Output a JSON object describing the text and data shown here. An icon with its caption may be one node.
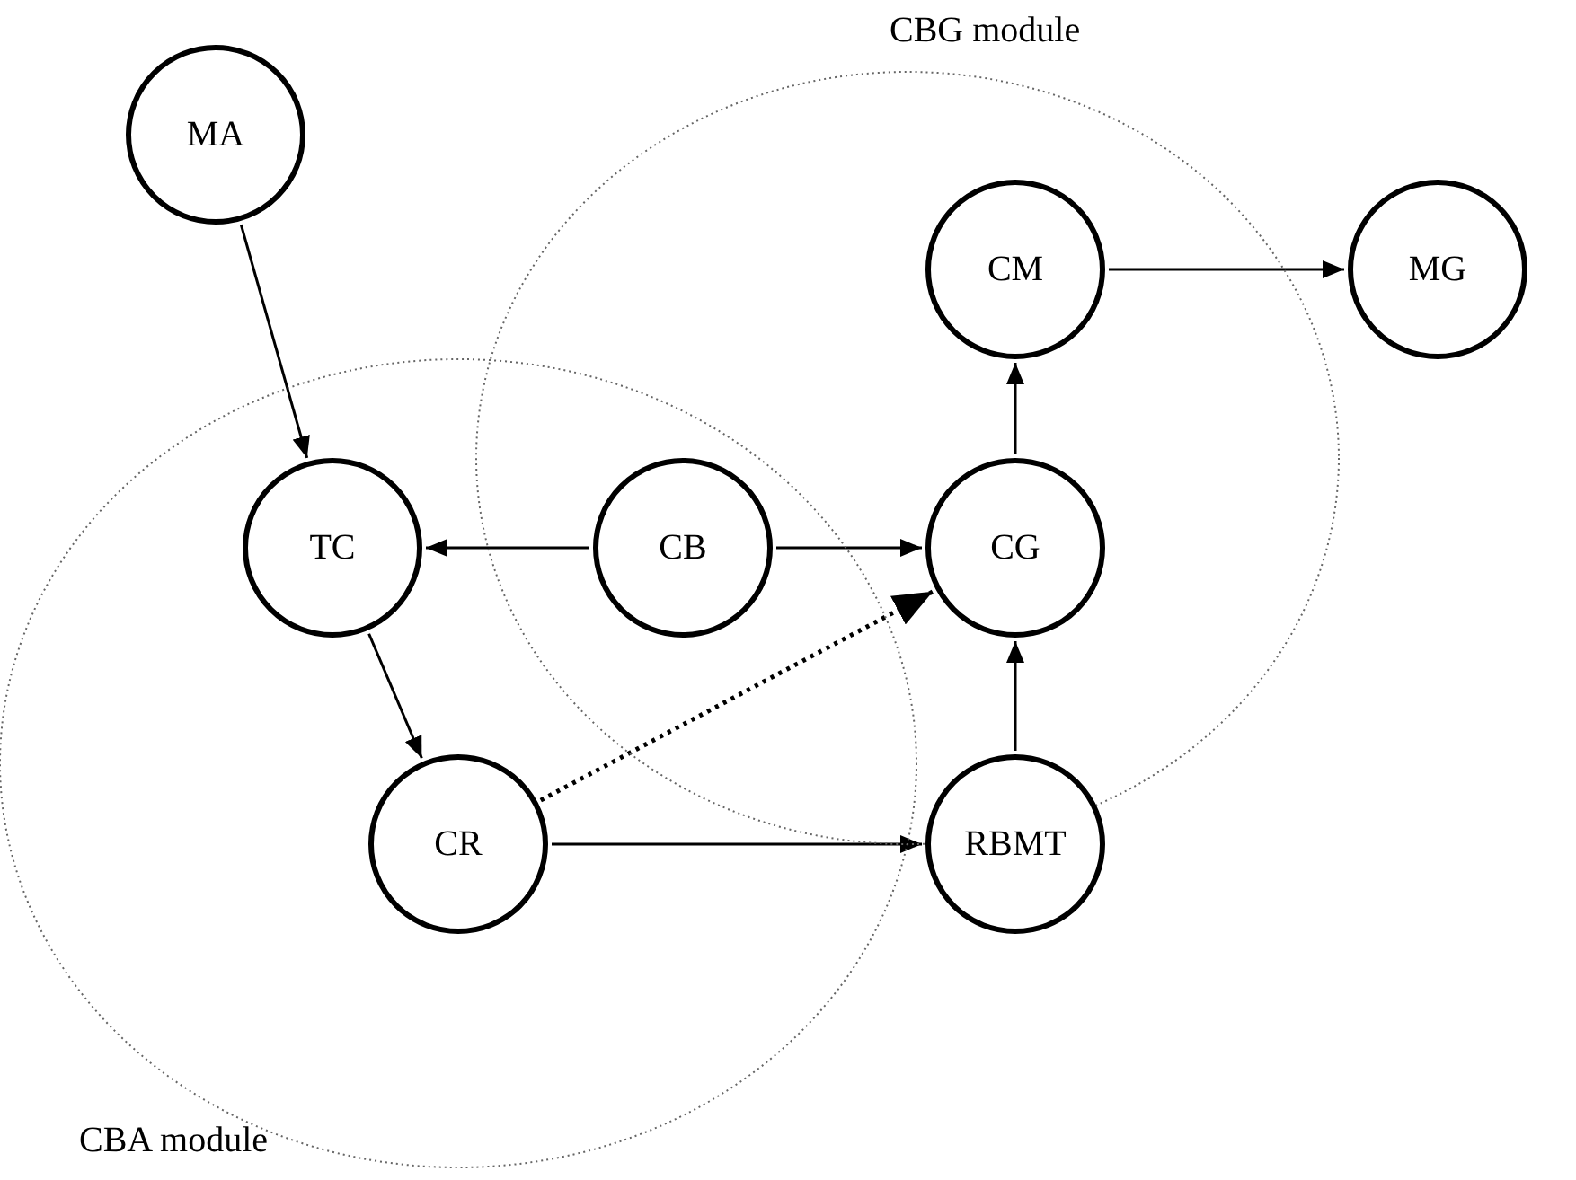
{
  "diagram": {
    "nodes": [
      {
        "text": [
          "CBG module"
        ]
      },
      {
        "text": [
          "MA"
        ]
      },
      {
        "text": [
          "CM"
        ],
        "in": 0
      },
      {
        "text": [
          "MG"
        ]
      },
      {
        "text": [
          "CBA module"
        ]
      },
      {
        "text": [
          "TC"
        ],
        "in": 4
      },
      {
        "text": [
          "CB"
        ]
      },
      {
        "text": [
          "CG"
        ],
        "in": 0
      },
      {
        "text": [
          "CR"
        ],
        "in": 4
      },
      {
        "text": [
          "RBMT"
        ]
      }
    ],
    "edges": [
      {
        "from": 1,
        "to": 5,
        "arrow": "to"
      },
      {
        "from": 2,
        "to": 3,
        "arrow": "to"
      },
      {
        "from": 6,
        "to": 5,
        "arrow": "to"
      },
      {
        "from": 6,
        "to": 7,
        "arrow": "to"
      },
      {
        "from": 7,
        "to": 2,
        "arrow": "to"
      },
      {
        "from": 5,
        "to": 8,
        "arrow": "to"
      },
      {
        "from": 8,
        "to": 7,
        "arrow": "to",
        "style": "dashed"
      },
      {
        "from": 8,
        "to": 9,
        "arrow": "to"
      },
      {
        "from": 9,
        "to": 7,
        "arrow": "to"
      }
    ]
  }
}
